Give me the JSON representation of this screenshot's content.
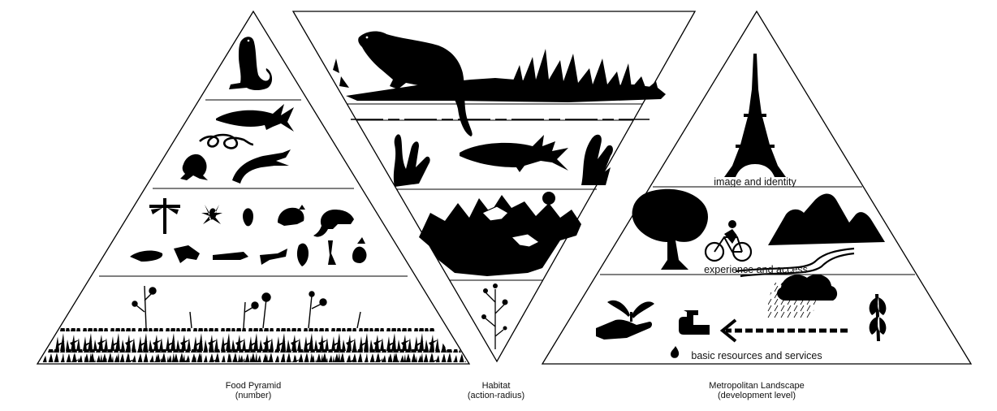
{
  "pyramids": [
    {
      "title": "Food Pyramid",
      "subtitle": "(number)",
      "tiers": [
        "otter",
        "fish, snake, frog, newt",
        "insects and small mammals",
        "vegetation"
      ]
    },
    {
      "title": "Habitat",
      "subtitle": "(action-radius)",
      "tiers": [
        "otter on riverbank",
        "fish among water plants",
        "insects among shrubs",
        "single plant"
      ]
    },
    {
      "title": "Metropolitan Landscape",
      "subtitle": "(development level)",
      "labels": {
        "top": "image and identity",
        "middle": "experience and access",
        "bottom": "basic resources and services"
      }
    }
  ]
}
